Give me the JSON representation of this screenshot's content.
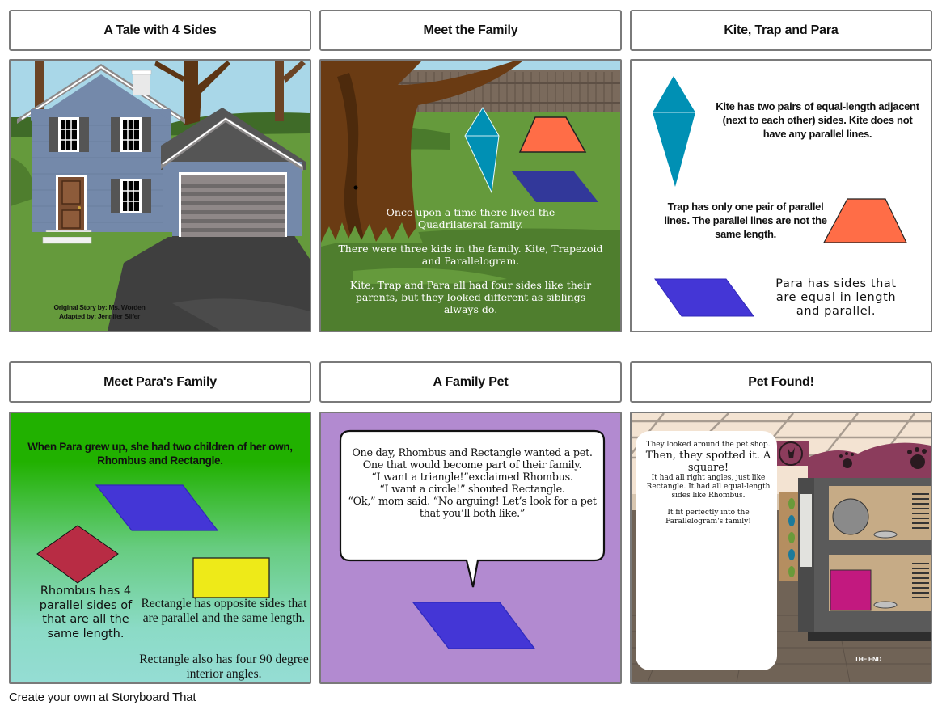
{
  "storyboard": {
    "cells": [
      {
        "title": "A Tale with 4 Sides",
        "credits": [
          "Original Story by: Ms. Worden",
          "Adapted by: Jennifer Slifer"
        ]
      },
      {
        "title": "Meet the Family",
        "paragraphs": [
          "Once upon a time there lived the Quadrilateral family.",
          "There were three kids in the family. Kite, Trapezoid and Parallelogram.",
          "Kite, Trap and Para all had four sides like their parents, but they looked different as siblings always do."
        ]
      },
      {
        "title": "Kite, Trap and Para",
        "kite_text": "Kite has two pairs of equal-length adjacent (next to each other) sides. Kite does not have any parallel lines.",
        "trap_text": "Trap has only one pair of parallel lines. The parallel lines are not the same length.",
        "para_text": "Para has sides that are equal in length and parallel."
      },
      {
        "title": "Meet Para's Family",
        "intro_text": "When Para grew up, she had two children of her own, Rhombus and Rectangle.",
        "rhombus_text": "Rhombus has 4 parallel sides of that are all the same length.",
        "rectangle_text_1": "Rectangle has opposite sides that are parallel and the same length.",
        "rectangle_text_2": "Rectangle also has four 90 degree interior angles."
      },
      {
        "title": "A Family Pet",
        "speech_lines": [
          "One day, Rhombus and Rectangle wanted a pet. One that would become part of their family.",
          "“I want a triangle!”exclaimed Rhombus.",
          "“I want a circle!” shouted Rectangle.",
          "“Ok,” mom said. “No arguing! Let’s look for a pet that you’ll both like.”"
        ]
      },
      {
        "title": "Pet Found!",
        "caption_small_1": "They looked around the pet shop.",
        "caption_large": "Then, they spotted it. A square!",
        "caption_small_2": "It had all right angles, just like Rectangle. It had all equal-length sides like Rhombus.",
        "caption_small_3": "It fit perfectly into the Parallelogram's family!",
        "end_text": "THE END"
      }
    ]
  },
  "colors": {
    "kite": "#0090b4",
    "trapezoid": "#ff6d47",
    "parallelogram": "#4436d6",
    "rhombus": "#b82c44",
    "rectangle": "#eeea18",
    "square": "#c2197f",
    "purple_bg": "#b28ad0",
    "grass": "#659a3c"
  },
  "footer": {
    "text": "Create your own at Storyboard That"
  }
}
